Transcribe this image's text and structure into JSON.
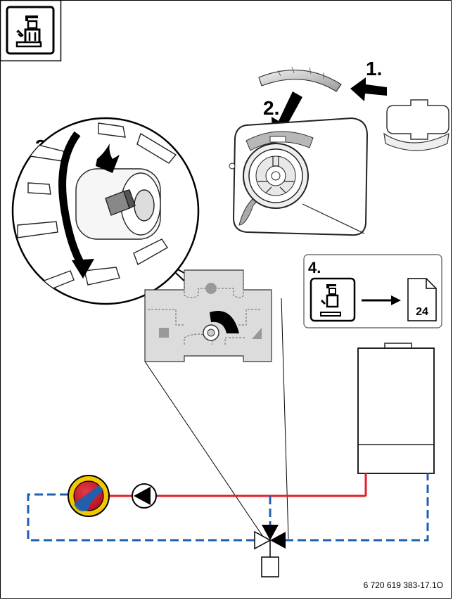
{
  "steps": {
    "step1": "1.",
    "step2": "2.",
    "step3": "3.",
    "step4": "4."
  },
  "page_ref": "24",
  "part_number": "6 720 619 383-17.1O",
  "icons": {
    "header": "technician-icon",
    "step4_source": "technician-icon",
    "step4_target": "page-icon"
  },
  "colors": {
    "hot_line": "#e41f2a",
    "cold_line": "#1f5fb0",
    "sensor_ring": "#f2c800",
    "sensor_red": "#c8102e",
    "sensor_blue": "#1f5fb0",
    "valve_gray": "#dcdcdc"
  }
}
